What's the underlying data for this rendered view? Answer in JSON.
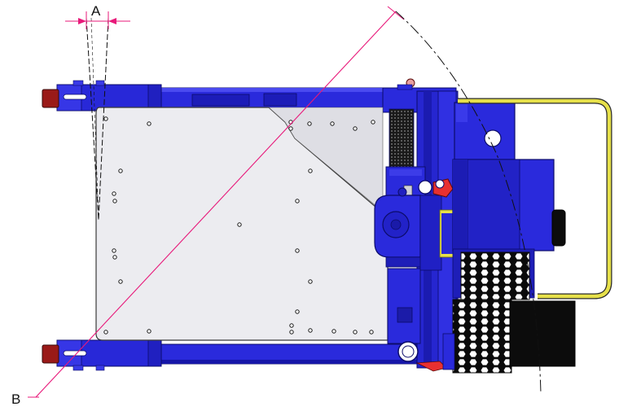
{
  "labels": {
    "angle_a": "A",
    "diagonal_b": "B"
  },
  "colors": {
    "frame_blue": "#2a2adc",
    "frame_dark": "#10108a",
    "plate": "#ececf0",
    "dimension": "#e8197a",
    "rail_yellow": "#e6e04a",
    "tail_red": "#9a1a18",
    "mesh_black": "#0a0a0a"
  },
  "icons": {
    "mesh_guard": "hexagon-mesh",
    "wheel": "round-wheel",
    "hinge": "hinge-pin"
  }
}
